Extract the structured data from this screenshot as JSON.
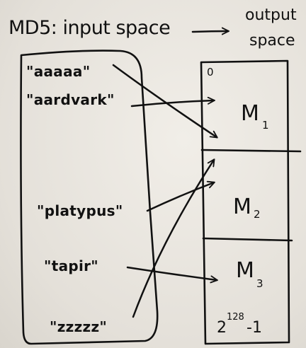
{
  "title": "MD5: input space",
  "output_label": [
    "output",
    "space"
  ],
  "inputs": [
    {
      "label": "\"aaaaa\"",
      "maps_to": "M1"
    },
    {
      "label": "\"aardvark\"",
      "maps_to": "M1"
    },
    {
      "label": "\"platypus\"",
      "maps_to": "M2"
    },
    {
      "label": "\"tapir\"",
      "maps_to": "M3"
    },
    {
      "label": "\"zzzzz\"",
      "maps_to": "M2"
    }
  ],
  "output_start": "0",
  "output_end": {
    "base": "2",
    "exponent": "128",
    "suffix": "-1"
  },
  "buckets": [
    {
      "name": "M",
      "sub": "1"
    },
    {
      "name": "M",
      "sub": "2"
    },
    {
      "name": "M",
      "sub": "3"
    }
  ],
  "colors": {
    "ink": "#111111",
    "paper": "#ece9e3"
  }
}
